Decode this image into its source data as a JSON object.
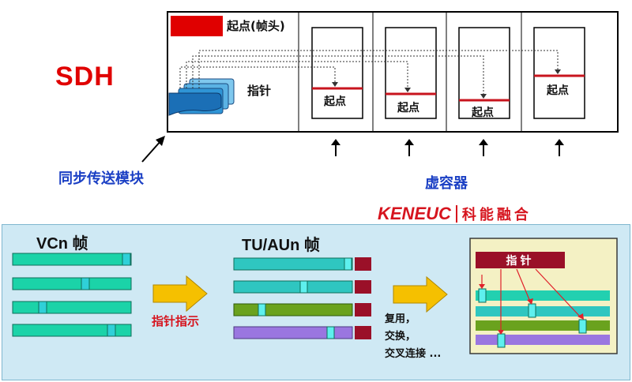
{
  "sdh": {
    "title": "SDH",
    "start_header_label": "起点(帧头)",
    "pointer_label": "指针",
    "container_start_label": "起点",
    "sync_module_label": "同步传送模块",
    "virtual_container_label": "虚容器"
  },
  "brand": {
    "en": "KENEUC",
    "cn": "科能融合"
  },
  "lower": {
    "vcn_label": "VCn 帧",
    "tuaun_label": "TU/AUn 帧",
    "pointer_indication": "指针指示",
    "ops_line1": "复用，",
    "ops_line2": "交换，",
    "ops_line3": "交叉连接 ...",
    "pointer_box_label": "指针"
  },
  "colors": {
    "red": "#e00000",
    "teal": "#1bd3a8",
    "cyan": "#2fd0d8",
    "olive": "#6aa21e",
    "purple": "#9a76e0",
    "maroon": "#9a1028",
    "arrow_yellow": "#f5c000",
    "panel_bg": "#cfe9f4"
  }
}
